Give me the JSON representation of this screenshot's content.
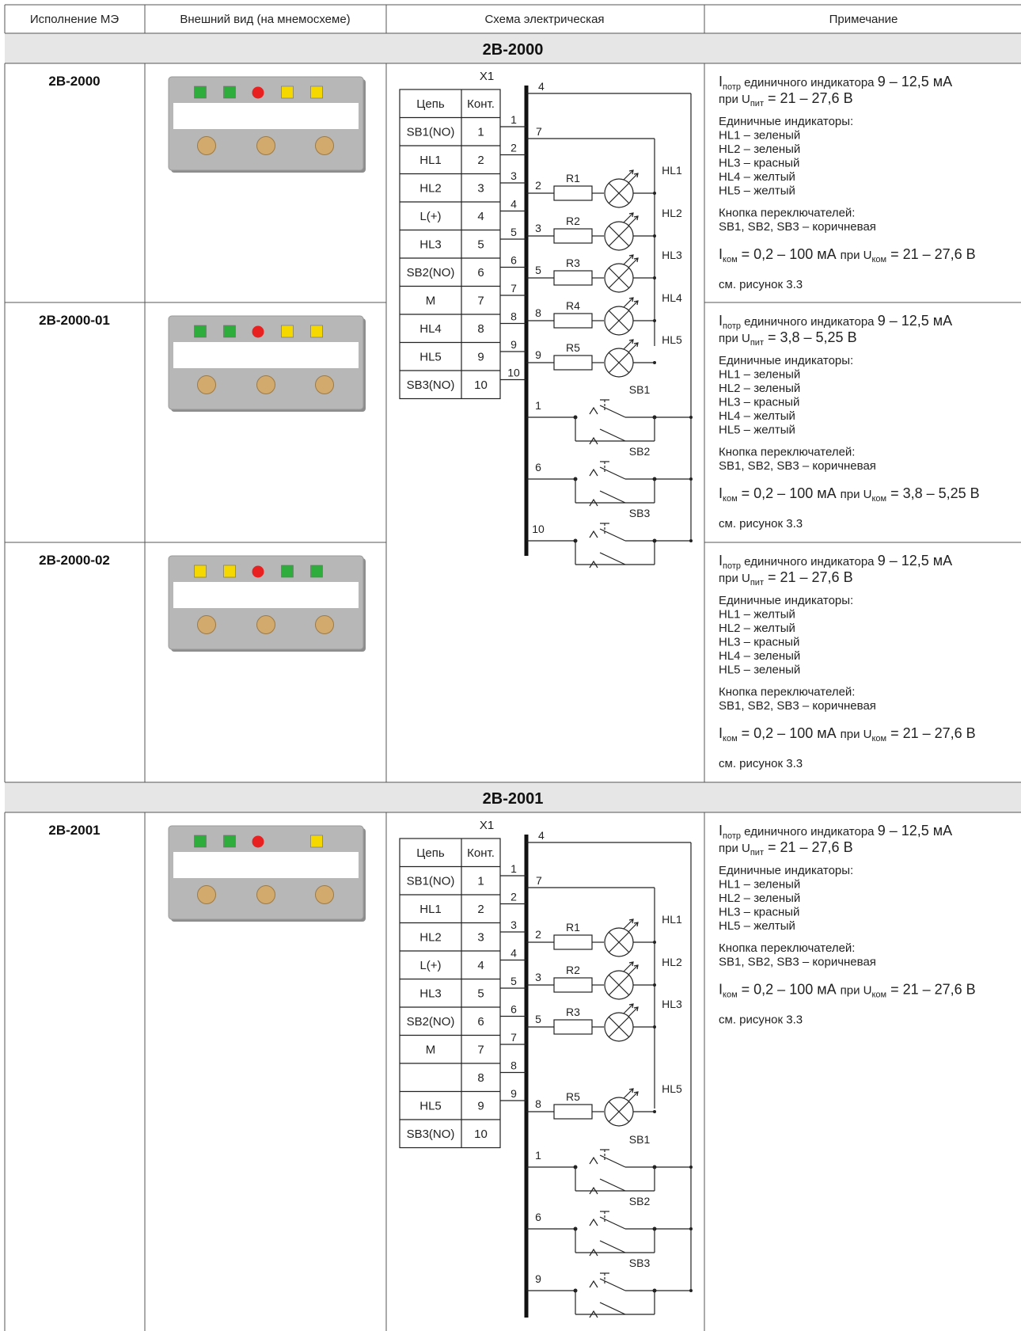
{
  "header": {
    "col1": "Исполнение МЭ",
    "col2": "Внешний вид (на мнемосхеме)",
    "col3": "Схема электрическая",
    "col4": "Примечание"
  },
  "sections": [
    {
      "title": "2В-2000",
      "rows": [
        {
          "variant": "2В-2000",
          "leds": [
            "#2eac3c",
            "#2eac3c",
            "#e82020",
            "#f5d800",
            "#f5d800"
          ],
          "note": {
            "i_sup_label": "I",
            "i_sup_sub": "потр",
            "i_sup_text": " единичного индикатора ",
            "i_sup_value": "9 – 12,5 мА",
            "u_prefix": "при U",
            "u_sub": "пит",
            "u_value": " = 21 – 27,6 В",
            "ind_title": "Единичные индикаторы:",
            "indicators": [
              "HL1 – зеленый",
              "HL2 – зеленый",
              "HL3 – красный",
              "HL4 – желтый",
              "HL5 – желтый"
            ],
            "btn_title": "Кнопка переключателей:",
            "btn_text": "SB1, SB2, SB3 – коричневая",
            "ikom_label": "I",
            "ikom_sub": "ком",
            "ikom_value": " = 0,2 – 100 мА ",
            "ikom_when": "при U",
            "ukom_sub": "ком",
            "ukom_value": " = 21 – 27,6 В",
            "see": "см. рисунок 3.3"
          }
        },
        {
          "variant": "2В-2000-01",
          "leds": [
            "#2eac3c",
            "#2eac3c",
            "#e82020",
            "#f5d800",
            "#f5d800"
          ],
          "note": {
            "i_sup_label": "I",
            "i_sup_sub": "потр",
            "i_sup_text": " единичного индикатора ",
            "i_sup_value": "9 – 12,5 мА",
            "u_prefix": "при U",
            "u_sub": "пит",
            "u_value": " = 3,8 – 5,25 В",
            "ind_title": "Единичные индикаторы:",
            "indicators": [
              "HL1 – зеленый",
              "HL2 – зеленый",
              "HL3 – красный",
              "HL4 – желтый",
              "HL5 – желтый"
            ],
            "btn_title": "Кнопка переключателей:",
            "btn_text": "SB1, SB2, SB3 – коричневая",
            "ikom_label": "I",
            "ikom_sub": "ком",
            "ikom_value": " = 0,2 – 100 мА ",
            "ikom_when": "при U",
            "ukom_sub": "ком",
            "ukom_value": " = 3,8 – 5,25 В",
            "see": "см. рисунок 3.3"
          }
        },
        {
          "variant": "2В-2000-02",
          "leds": [
            "#f5d800",
            "#f5d800",
            "#e82020",
            "#2eac3c",
            "#2eac3c"
          ],
          "note": {
            "i_sup_label": "I",
            "i_sup_sub": "потр",
            "i_sup_text": " единичного индикатора ",
            "i_sup_value": "9 – 12,5 мА",
            "u_prefix": "при U",
            "u_sub": "пит",
            "u_value": " = 21 – 27,6 В",
            "ind_title": "Единичные индикаторы:",
            "indicators": [
              "HL1 – желтый",
              "HL2 – желтый",
              "HL3 – красный",
              "HL4 – зеленый",
              "HL5 – зеленый"
            ],
            "btn_title": "Кнопка переключателей:",
            "btn_text": "SB1, SB2, SB3 – коричневая",
            "ikom_label": "I",
            "ikom_sub": "ком",
            "ikom_value": " = 0,2 – 100 мА ",
            "ikom_when": "при U",
            "ukom_sub": "ком",
            "ukom_value": " = 21 – 27,6 В",
            "see": "см. рисунок 3.3"
          }
        }
      ],
      "schema": {
        "connector": "X1",
        "col_circuit": "Цепь",
        "col_contact": "Конт.",
        "rows": [
          [
            "SB1(NO)",
            "1"
          ],
          [
            "HL1",
            "2"
          ],
          [
            "HL2",
            "3"
          ],
          [
            "L(+)",
            "4"
          ],
          [
            "HL3",
            "5"
          ],
          [
            "SB2(NO)",
            "6"
          ],
          [
            "M",
            "7"
          ],
          [
            "HL4",
            "8"
          ],
          [
            "HL5",
            "9"
          ],
          [
            "SB3(NO)",
            "10"
          ]
        ],
        "pins": [
          "1",
          "2",
          "3",
          "4",
          "5",
          "6",
          "7",
          "8",
          "9",
          "10"
        ],
        "top_wire_labels": [
          "4",
          "7"
        ],
        "branches": [
          {
            "pin": "2",
            "resistor": "R1",
            "lamp": "HL1"
          },
          {
            "pin": "3",
            "resistor": "R2",
            "lamp": "HL2"
          },
          {
            "pin": "5",
            "resistor": "R3",
            "lamp": "HL3"
          },
          {
            "pin": "8",
            "resistor": "R4",
            "lamp": "HL4"
          },
          {
            "pin": "9",
            "resistor": "R5",
            "lamp": "HL5"
          }
        ],
        "switches": [
          {
            "pin": "1",
            "name": "SB1"
          },
          {
            "pin": "6",
            "name": "SB2"
          },
          {
            "pin": "10",
            "name": "SB3"
          }
        ]
      }
    },
    {
      "title": "2В-2001",
      "rows": [
        {
          "variant": "2В-2001",
          "leds": [
            "#2eac3c",
            "#2eac3c",
            "#e82020",
            "",
            "#f5d800"
          ],
          "note": {
            "i_sup_label": "I",
            "i_sup_sub": "потр",
            "i_sup_text": " единичного индикатора ",
            "i_sup_value": "9 – 12,5 мА",
            "u_prefix": "при U",
            "u_sub": "пит",
            "u_value": " = 21 – 27,6 В",
            "ind_title": "Единичные индикаторы:",
            "indicators": [
              "HL1 – зеленый",
              "HL2 – зеленый",
              "HL3 – красный",
              "HL5 – желтый"
            ],
            "btn_title": "Кнопка переключателей:",
            "btn_text": "SB1, SB2, SB3 – коричневая",
            "ikom_label": "I",
            "ikom_sub": "ком",
            "ikom_value": " = 0,2 – 100 мА ",
            "ikom_when": "при U",
            "ukom_sub": "ком",
            "ukom_value": " = 21 – 27,6 В",
            "see": "см. рисунок 3.3"
          }
        }
      ],
      "schema": {
        "connector": "X1",
        "col_circuit": "Цепь",
        "col_contact": "Конт.",
        "rows": [
          [
            "SB1(NO)",
            "1"
          ],
          [
            "HL1",
            "2"
          ],
          [
            "HL2",
            "3"
          ],
          [
            "L(+)",
            "4"
          ],
          [
            "HL3",
            "5"
          ],
          [
            "SB2(NO)",
            "6"
          ],
          [
            "M",
            "7"
          ],
          [
            "",
            "8"
          ],
          [
            "HL5",
            "9"
          ],
          [
            "SB3(NO)",
            "10"
          ]
        ],
        "pins": [
          "1",
          "2",
          "3",
          "4",
          "5",
          "6",
          "7",
          "8",
          "9"
        ],
        "top_wire_labels": [
          "4",
          "7"
        ],
        "branches": [
          {
            "pin": "2",
            "resistor": "R1",
            "lamp": "HL1"
          },
          {
            "pin": "3",
            "resistor": "R2",
            "lamp": "HL2"
          },
          {
            "pin": "5",
            "resistor": "R3",
            "lamp": "HL3"
          },
          {
            "pin": "8",
            "resistor": "R5",
            "lamp": "HL5"
          }
        ],
        "switches": [
          {
            "pin": "1",
            "name": "SB1"
          },
          {
            "pin": "6",
            "name": "SB2"
          },
          {
            "pin": "9",
            "name": "SB3"
          }
        ]
      }
    }
  ],
  "colors": {
    "panel_bg": "#b7b7b7",
    "button": "#d2aa6e",
    "section_bg": "#e6e6e6"
  }
}
